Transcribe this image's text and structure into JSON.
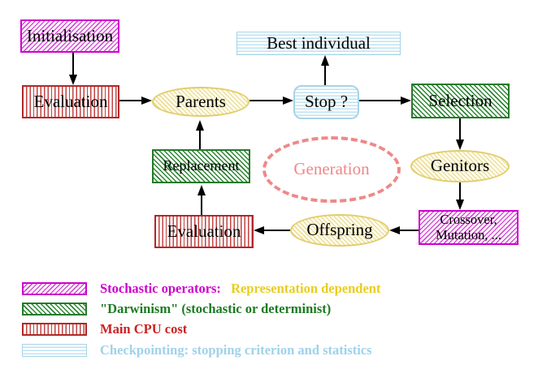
{
  "nodes": {
    "initialisation": "Initialisation",
    "evaluation_top": "Evaluation",
    "best_individual": "Best individual",
    "parents": "Parents",
    "stop": "Stop ?",
    "selection": "Selection",
    "replacement": "Replacement",
    "generation": "Generation",
    "genitors": "Genitors",
    "crossover_line1": "Crossover,",
    "crossover_line2": "Mutation, ...",
    "offspring": "Offspring",
    "evaluation_bottom": "Evaluation"
  },
  "edges": [
    "initialisation -> evaluation_top",
    "evaluation_top -> parents",
    "parents -> stop",
    "stop -> best_individual",
    "stop -> selection",
    "selection -> genitors",
    "genitors -> crossover_mutation",
    "crossover_mutation -> offspring",
    "offspring -> evaluation_bottom",
    "evaluation_bottom -> replacement",
    "replacement -> parents"
  ],
  "legend": {
    "stochastic": {
      "label": "Stochastic operators:",
      "label2": "Representation dependent"
    },
    "darwinism": {
      "label": "\"Darwinism\" (stochastic or determinist)"
    },
    "cpu": {
      "label": "Main CPU cost"
    },
    "checkpointing": {
      "label": "Checkpointing: stopping criterion and statistics"
    }
  },
  "colors": {
    "magenta": "#cc00cc",
    "gold": "#e9cd1c",
    "green": "#267a2c",
    "red": "#cc2222",
    "light_blue": "#9fd2ea",
    "salmon": "#ef8888",
    "yellow": "#e2cd6d",
    "black": "#000000"
  }
}
